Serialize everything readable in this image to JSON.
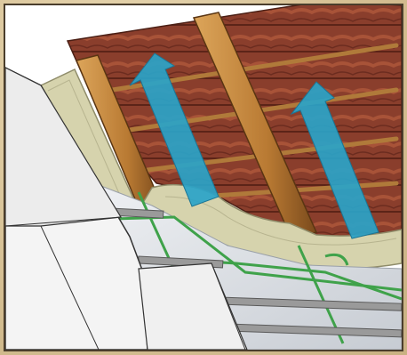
{
  "diagram": {
    "subject": "roof-insulation-cross-section",
    "labels": [],
    "colors": {
      "roof_tile": "#8a3e2c",
      "roof_tile_dark": "#5c2418",
      "rafter": "#c88a3f",
      "rafter_dark": "#6e4419",
      "insulation": "#d6d3ad",
      "vapour_membrane": "#d9dde2",
      "airflow_arrow": "#2aa3c8",
      "batten": "#3fa24a",
      "plasterboard": "#f4f4f4",
      "frame_border": "#4a3d2c",
      "background": "#ddc89f"
    },
    "airflow_arrows": 2,
    "rafters": 2
  }
}
